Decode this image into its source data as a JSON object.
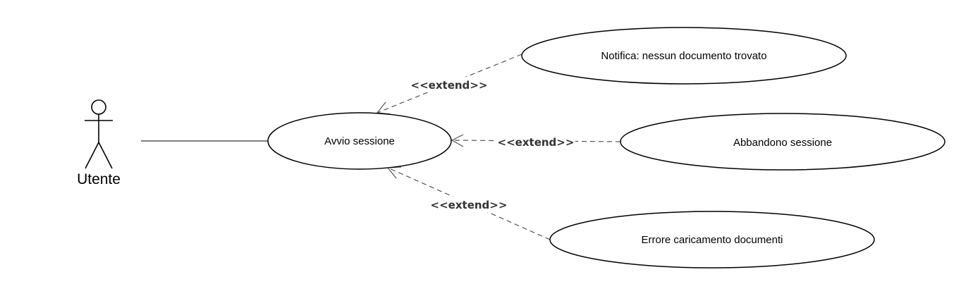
{
  "diagram": {
    "actor": {
      "name": "Utente"
    },
    "use_cases": {
      "main": "Avvio sessione",
      "no_document": "Notifica: nessun documento trovato",
      "abandon": "Abbandono sessione",
      "load_error": "Errore caricamento documenti"
    },
    "relations": {
      "extend_no_document": "<<extend>>",
      "extend_abandon": "<<extend>>",
      "extend_load_error": "<<extend>>"
    },
    "colors": {
      "stroke": "#000000",
      "dashed_line": "#555555",
      "label_text": "#333333",
      "background": "#ffffff"
    }
  }
}
